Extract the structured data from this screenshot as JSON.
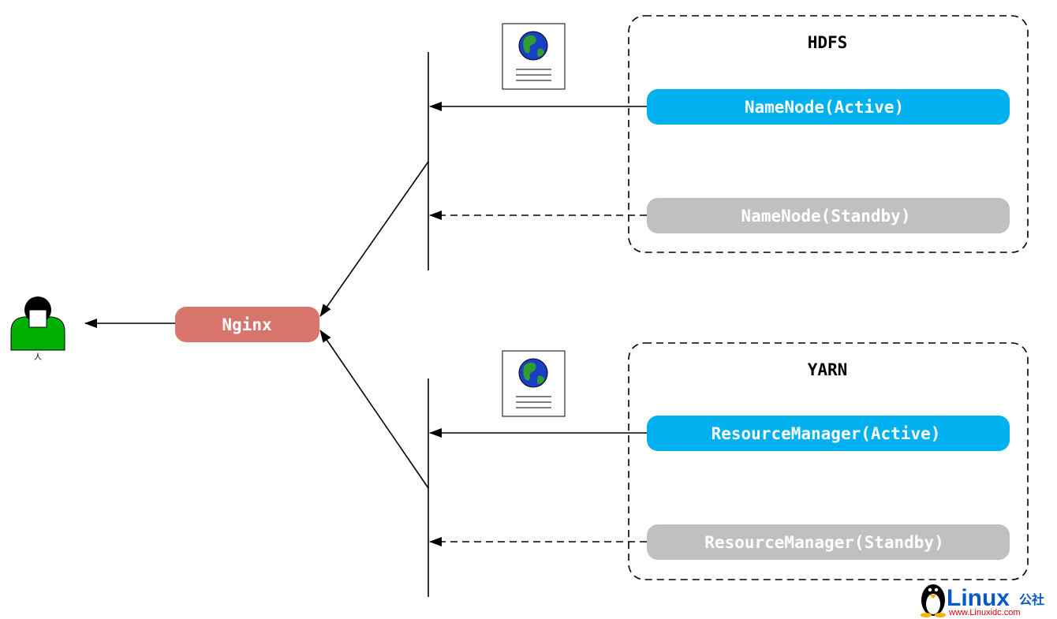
{
  "colors": {
    "active": "#00b0ef",
    "standby": "#c0c0c0",
    "nginx": "#d9746c",
    "user": "#00b000",
    "stroke": "#000000",
    "watermark": "#0a58c4"
  },
  "user": {
    "label": "人",
    "icon": "user-person-icon"
  },
  "nginx": {
    "label": "Nginx"
  },
  "groups": {
    "hdfs": {
      "title": "HDFS",
      "active": "NameNode(Active)",
      "standby": "NameNode(Standby)",
      "icon": "web-page-globe-icon"
    },
    "yarn": {
      "title": "YARN",
      "active": "ResourceManager(Active)",
      "standby": "ResourceManager(Standby)",
      "icon": "web-page-globe-icon"
    }
  },
  "watermark": {
    "main": "Linux",
    "cn": "公社",
    "url": "www.Linuxidc.com",
    "icon": "tux-penguin-icon"
  }
}
